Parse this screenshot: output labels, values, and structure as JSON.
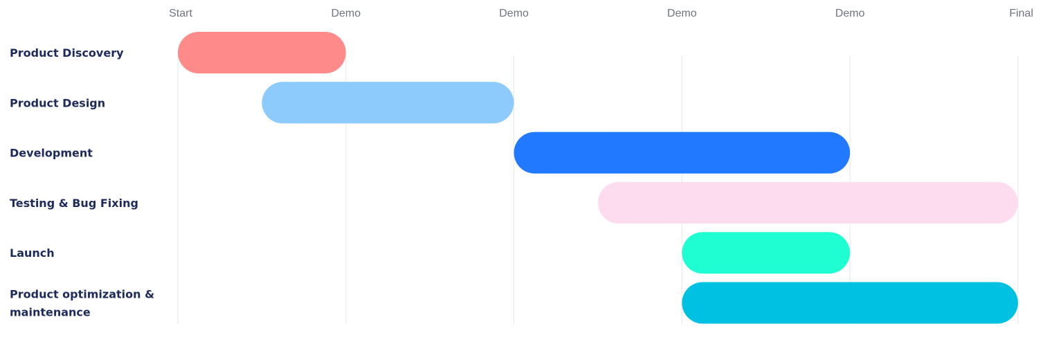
{
  "chart_data": {
    "type": "gantt",
    "milestones": [
      "Start",
      "Demo",
      "Demo",
      "Demo",
      "Demo",
      "Final"
    ],
    "tasks": [
      {
        "label": "Product Discovery",
        "lines": [
          "Product Discovery"
        ],
        "start": 0,
        "end": 1,
        "color": "#ff8a8a"
      },
      {
        "label": "Product Design",
        "lines": [
          "Product Design"
        ],
        "start": 0.5,
        "end": 2,
        "color": "#8ccbfc"
      },
      {
        "label": "Development",
        "lines": [
          "Development"
        ],
        "start": 2,
        "end": 4,
        "color": "#2079ff"
      },
      {
        "label": "Testing & Bug Fixing",
        "lines": [
          "Testing & Bug Fixing"
        ],
        "start": 2.5,
        "end": 5,
        "color": "#fddcf0"
      },
      {
        "label": "Launch",
        "lines": [
          "Launch"
        ],
        "start": 3,
        "end": 4,
        "color": "#1efed2"
      },
      {
        "label": "Product optimization & maintenance",
        "lines": [
          "Product optimization &",
          "maintenance"
        ],
        "start": 3,
        "end": 5,
        "color": "#00c1e1"
      }
    ],
    "grid": true
  }
}
